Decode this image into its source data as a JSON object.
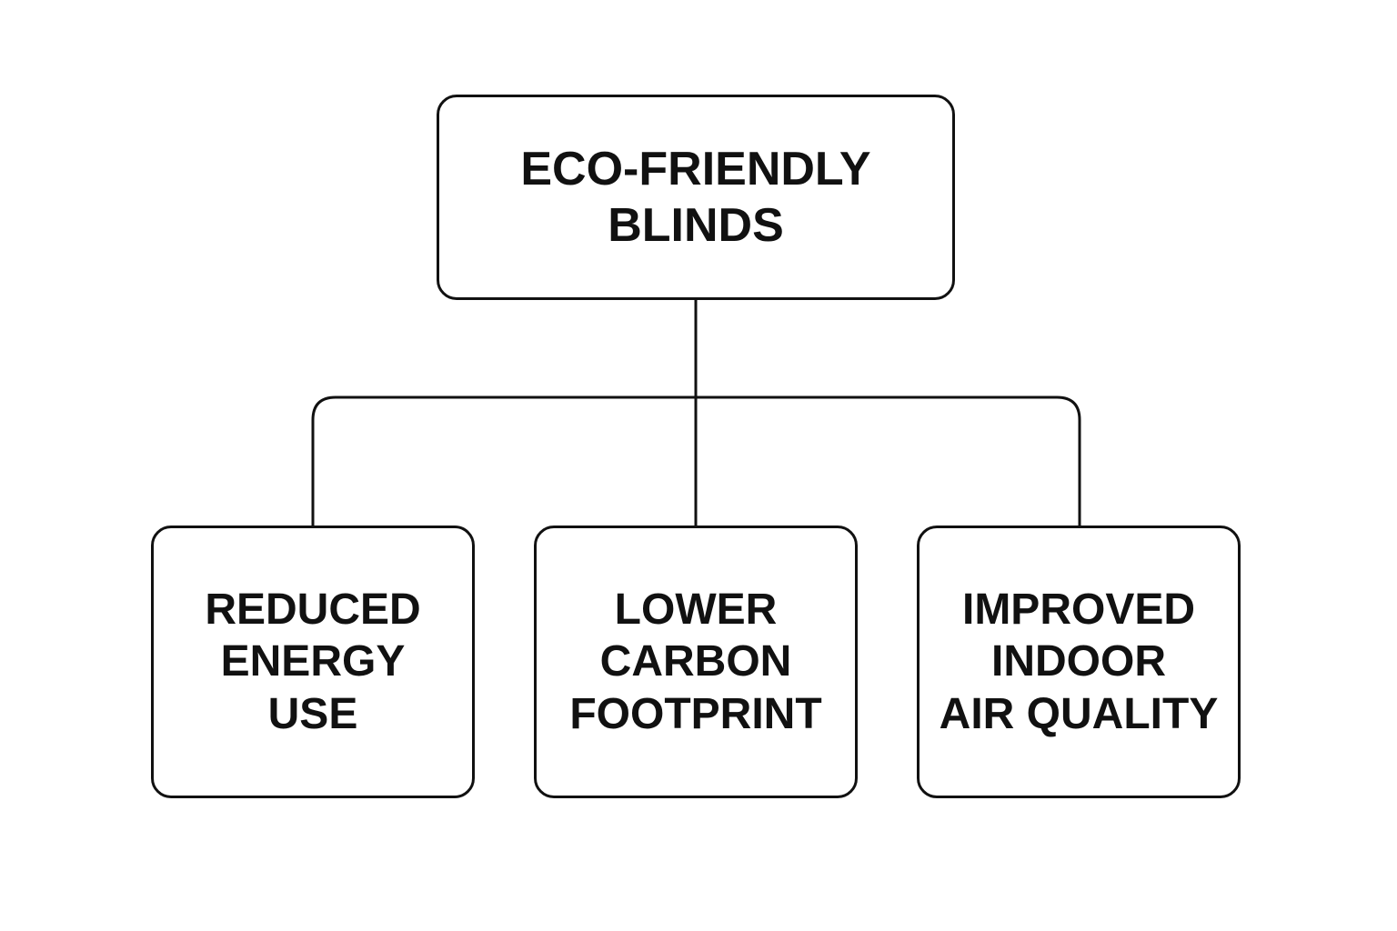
{
  "diagram": {
    "root": {
      "lines": [
        "ECO-FRIENDLY",
        "BLINDS"
      ]
    },
    "children": [
      {
        "lines": [
          "REDUCED",
          "ENERGY",
          "USE"
        ]
      },
      {
        "lines": [
          "LOWER",
          "CARBON",
          "FOOTPRINT"
        ]
      },
      {
        "lines": [
          "IMPROVED",
          "INDOOR",
          "AIR QUALITY"
        ]
      }
    ]
  },
  "colors": {
    "stroke": "#111111",
    "background": "#ffffff"
  }
}
